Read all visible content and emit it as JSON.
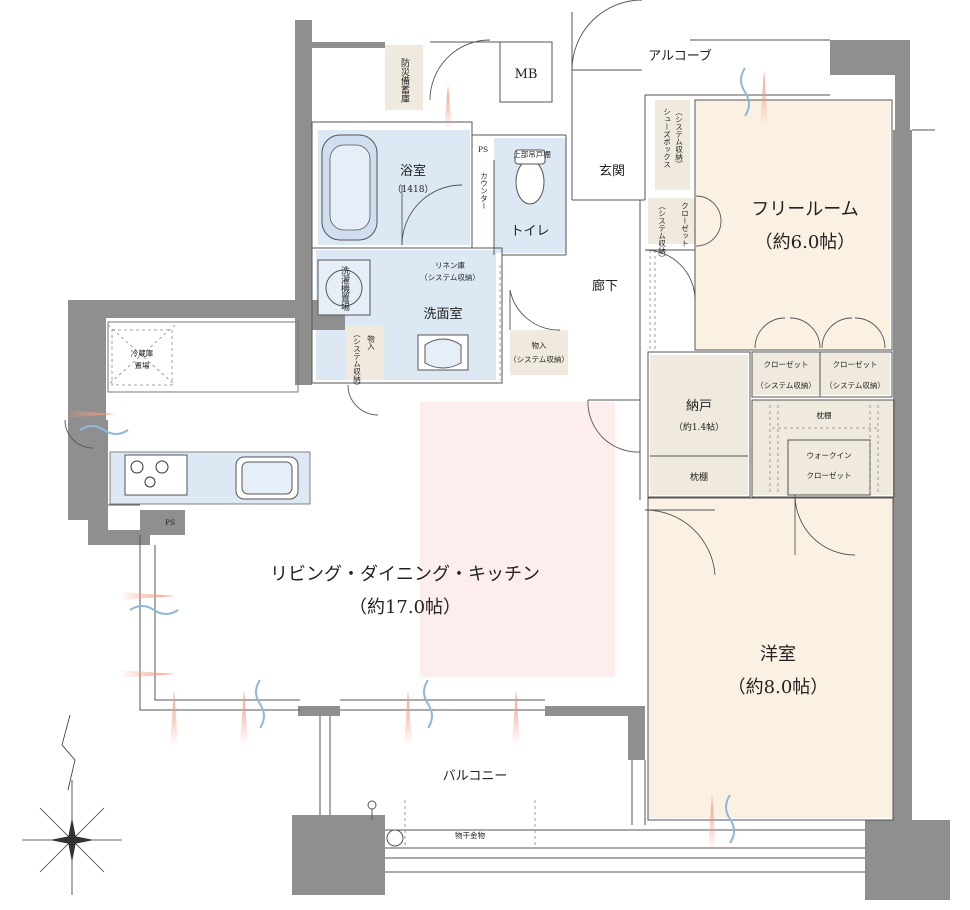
{
  "rooms": {
    "ldk": {
      "name": "リビング・ダイニング・キッチン",
      "size": "（約17.0帖）"
    },
    "free_room": {
      "name": "フリールーム",
      "size": "（約6.0帖）"
    },
    "western": {
      "name": "洋室",
      "size": "（約8.0帖）"
    },
    "storage": {
      "name": "納戸",
      "size": "（約1.4帖）",
      "shelf": "枕棚"
    },
    "bath": {
      "name": "浴室",
      "size": "（1418）"
    },
    "washroom": {
      "name": "洗面室"
    },
    "toilet": {
      "name": "トイレ"
    },
    "entrance": {
      "name": "玄関"
    },
    "hallway": {
      "name": "廊下"
    },
    "balcony": {
      "name": "バルコニー"
    },
    "alcove": {
      "name": "アルコーブ"
    }
  },
  "labels": {
    "disaster_storage": "防災備蓄庫",
    "mb": "MB",
    "ps_top": "PS",
    "ps_kitchen": "PS",
    "upper_shelf": "上部吊戸棚",
    "counter": "カウンター",
    "linen_line1": "リネン庫",
    "linen_line2": "（システム収納）",
    "washer": "洗濯機置場",
    "store1_line1": "物入",
    "store1_line2": "（システム収納）",
    "store2_line1": "物入",
    "store2_line2": "（システム収納）",
    "fridge_line1": "冷蔵庫",
    "fridge_line2": "置場",
    "shoebox": "シューズボックス",
    "shoebox_sub": "（システム収納）",
    "closet_small": "クローゼット",
    "closet_small_sub": "（システム収納）",
    "closet1": "クローゼット",
    "closet1_sub": "（システム収納）",
    "closet2": "クローゼット",
    "closet2_sub": "（システム収納）",
    "wic_shelf": "枕棚",
    "wic_line1": "ウォークイン",
    "wic_line2": "クローゼット",
    "drying": "物干金物"
  },
  "colors": {
    "wall": "#8f8f8f",
    "wet_area": "#dce8f4",
    "free_room_floor": "#fbf1e2",
    "western_floor": "#fbf1e2",
    "storage_floor": "#f0e9dd",
    "ldk_floor": "#ffffff",
    "ldk_highlight": "#fce8e8",
    "arrow_warm": "#f29a7e",
    "arrow_cool": "#8fb8d8"
  },
  "icons": [
    "compass-icon",
    "stove-icon",
    "sink-icon",
    "bathtub-icon",
    "toilet-icon",
    "washbasin-icon"
  ]
}
